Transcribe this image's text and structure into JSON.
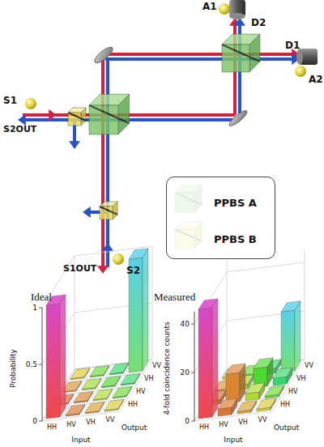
{
  "diagram": {
    "labels": [
      "A1",
      "D2",
      "D1",
      "A2",
      "S1",
      "S2OUT",
      "S1OUT",
      "S2",
      "Ideal",
      "Measured",
      "1",
      "0.5",
      "0",
      "Probability",
      "HH",
      "HV",
      "VH",
      "VV",
      "Input",
      "VV",
      "VH",
      "HV",
      "HH",
      "Output",
      "40",
      "20",
      "0",
      "4-fold coincidence counts",
      "HH",
      "HV",
      "VH",
      "VV",
      "Input",
      "VV",
      "VH",
      "HV",
      "HH",
      "Output"
    ],
    "legend": [
      {
        "text": "PPBS A"
      },
      {
        "text": "PPBS B"
      }
    ]
  }
}
